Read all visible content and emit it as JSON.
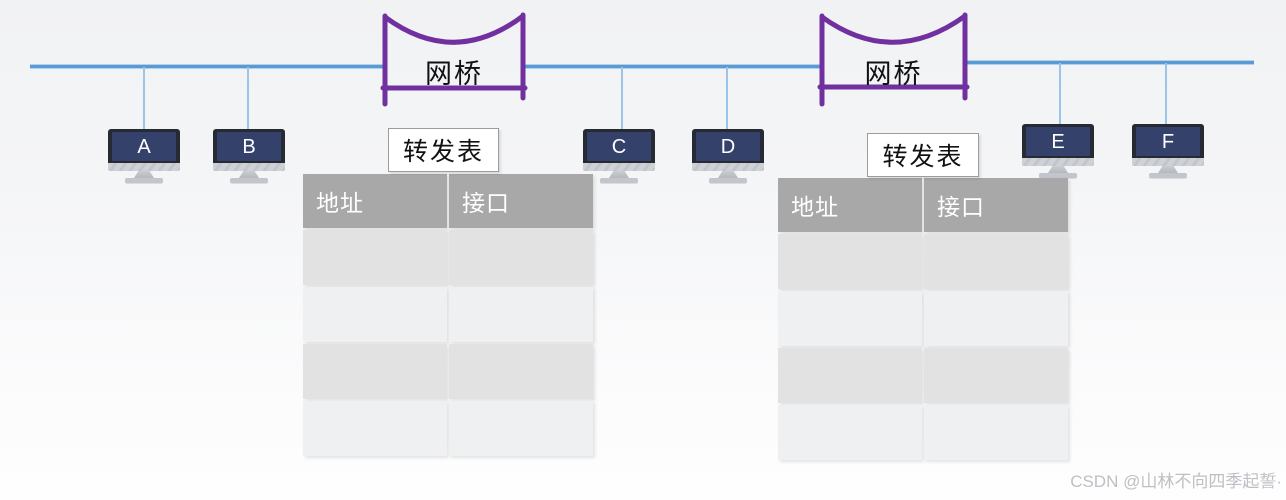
{
  "colors": {
    "bus_blue": "#5b9bd5",
    "drop_blue": "#9dc3e6",
    "bridge_purple": "#7030a0",
    "table_header_gray": "#a8a8a8",
    "row_dark": "#e2e2e3",
    "row_light": "#eff0f1",
    "screen_navy": "#34416b",
    "monitor_frame": "#252a33",
    "watermark_gray": "#bcc0c4"
  },
  "bridges": [
    {
      "label": "网桥"
    },
    {
      "label": "网桥"
    }
  ],
  "hosts": [
    {
      "label": "A"
    },
    {
      "label": "B"
    },
    {
      "label": "C"
    },
    {
      "label": "D"
    },
    {
      "label": "E"
    },
    {
      "label": "F"
    }
  ],
  "tables": [
    {
      "title": "转发表",
      "columns": [
        "地址",
        "接口"
      ],
      "rows": [
        [
          "",
          ""
        ],
        [
          "",
          ""
        ],
        [
          "",
          ""
        ],
        [
          "",
          ""
        ]
      ]
    },
    {
      "title": "转发表",
      "columns": [
        "地址",
        "接口"
      ],
      "rows": [
        [
          "",
          ""
        ],
        [
          "",
          ""
        ],
        [
          "",
          ""
        ],
        [
          "",
          ""
        ]
      ]
    }
  ],
  "watermark": "CSDN @山林不向四季起誓·"
}
